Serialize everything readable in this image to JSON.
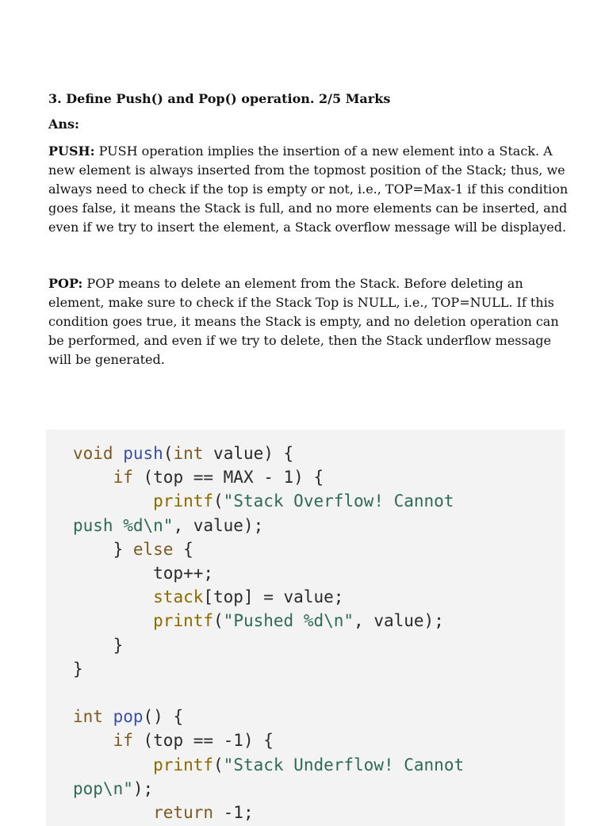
{
  "question": {
    "title": "3. Define Push() and Pop() operation. 2/5 Marks",
    "answer_label": "Ans:"
  },
  "push": {
    "term": "PUSH:",
    "text": " PUSH operation implies the insertion of a new element into a Stack. A new element is always inserted from the topmost position of the Stack; thus, we always need to check if the top is empty or not, i.e., TOP=Max-1 if this condition goes false, it means the Stack is full, and no more elements can be inserted, and even if we try to insert the element, a Stack overflow message will be displayed."
  },
  "pop": {
    "term": "POP:",
    "text": " POP means to delete an element from the Stack. Before deleting an element, make sure to check if the Stack Top is NULL, i.e., TOP=NULL. If this condition goes true, it means the Stack is empty, and no deletion operation can be performed, and even if we try to delete, then the Stack underflow message will be generated."
  },
  "code": {
    "lines": [
      [
        {
          "t": "void",
          "c": "kw"
        },
        {
          "t": " ",
          "c": "pl"
        },
        {
          "t": "push",
          "c": "fn"
        },
        {
          "t": "(",
          "c": "pl"
        },
        {
          "t": "int",
          "c": "kw"
        },
        {
          "t": " value) {",
          "c": "pl"
        }
      ],
      [
        {
          "t": "    ",
          "c": "pl"
        },
        {
          "t": "if",
          "c": "kw"
        },
        {
          "t": " (top == MAX - 1) {",
          "c": "pl"
        }
      ],
      [
        {
          "t": "        ",
          "c": "pl"
        },
        {
          "t": "printf",
          "c": "pf"
        },
        {
          "t": "(",
          "c": "pl"
        },
        {
          "t": "\"Stack Overflow! Cannot",
          "c": "str"
        }
      ],
      [
        {
          "t": "push %d\\n\"",
          "c": "str"
        },
        {
          "t": ", value);",
          "c": "pl"
        }
      ],
      [
        {
          "t": "    } ",
          "c": "pl"
        },
        {
          "t": "else",
          "c": "kw"
        },
        {
          "t": " {",
          "c": "pl"
        }
      ],
      [
        {
          "t": "        top++;",
          "c": "pl"
        }
      ],
      [
        {
          "t": "        ",
          "c": "pl"
        },
        {
          "t": "stack",
          "c": "pf"
        },
        {
          "t": "[top] = value;",
          "c": "pl"
        }
      ],
      [
        {
          "t": "        ",
          "c": "pl"
        },
        {
          "t": "printf",
          "c": "pf"
        },
        {
          "t": "(",
          "c": "pl"
        },
        {
          "t": "\"Pushed %d\\n\"",
          "c": "str"
        },
        {
          "t": ", value);",
          "c": "pl"
        }
      ],
      [
        {
          "t": "    }",
          "c": "pl"
        }
      ],
      [
        {
          "t": "}",
          "c": "pl"
        }
      ],
      [
        {
          "t": "",
          "c": "pl"
        }
      ],
      [
        {
          "t": "int",
          "c": "kw"
        },
        {
          "t": " ",
          "c": "pl"
        },
        {
          "t": "pop",
          "c": "fn"
        },
        {
          "t": "() {",
          "c": "pl"
        }
      ],
      [
        {
          "t": "    ",
          "c": "pl"
        },
        {
          "t": "if",
          "c": "kw"
        },
        {
          "t": " (top == -1) {",
          "c": "pl"
        }
      ],
      [
        {
          "t": "        ",
          "c": "pl"
        },
        {
          "t": "printf",
          "c": "pf"
        },
        {
          "t": "(",
          "c": "pl"
        },
        {
          "t": "\"Stack Underflow! Cannot",
          "c": "str"
        }
      ],
      [
        {
          "t": "pop\\n\"",
          "c": "str"
        },
        {
          "t": ");",
          "c": "pl"
        }
      ],
      [
        {
          "t": "        ",
          "c": "pl"
        },
        {
          "t": "return",
          "c": "kw"
        },
        {
          "t": " -1;",
          "c": "pl"
        }
      ]
    ]
  }
}
